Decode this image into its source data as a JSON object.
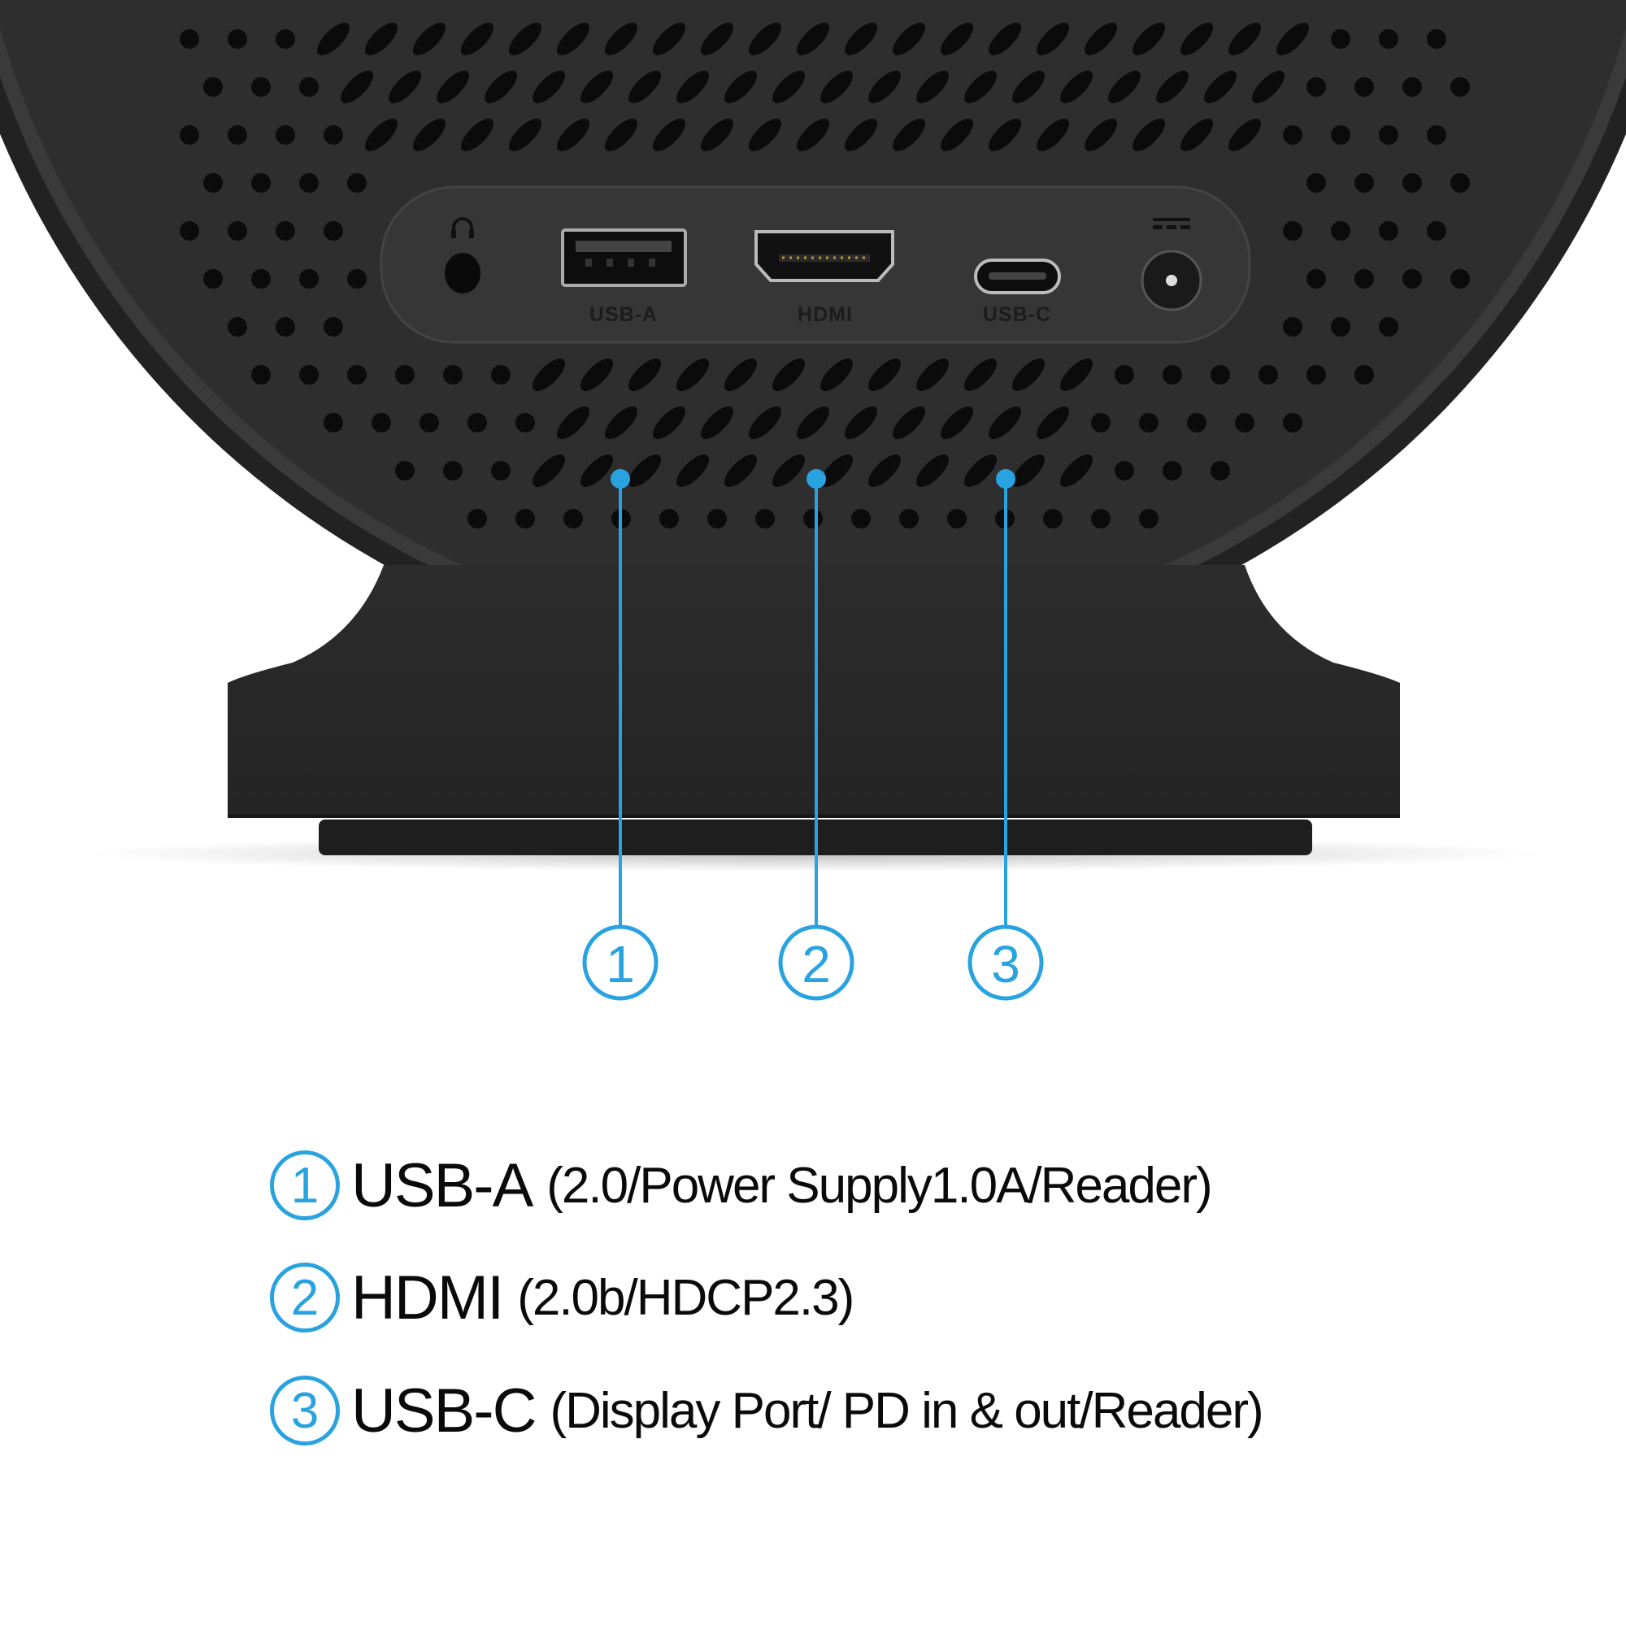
{
  "panel_labels": {
    "usb_a": "USB-A",
    "hdmi": "HDMI",
    "usb_c": "USB-C"
  },
  "panel_icons": [
    "headphone-icon",
    "dc-power-icon"
  ],
  "callouts": [
    "1",
    "2",
    "3"
  ],
  "legend": [
    {
      "num": "1",
      "name": "USB-A",
      "detail": "(2.0/Power Supply1.0A/Reader)"
    },
    {
      "num": "2",
      "name": "HDMI",
      "detail": "(2.0b/HDCP2.3)"
    },
    {
      "num": "3",
      "name": "USB-C",
      "detail": "(Display Port/ PD in & out/Reader)"
    }
  ],
  "colors": {
    "accent": "#29a3e0",
    "body": "#2b2b2b",
    "text": "#0a0a0a"
  }
}
